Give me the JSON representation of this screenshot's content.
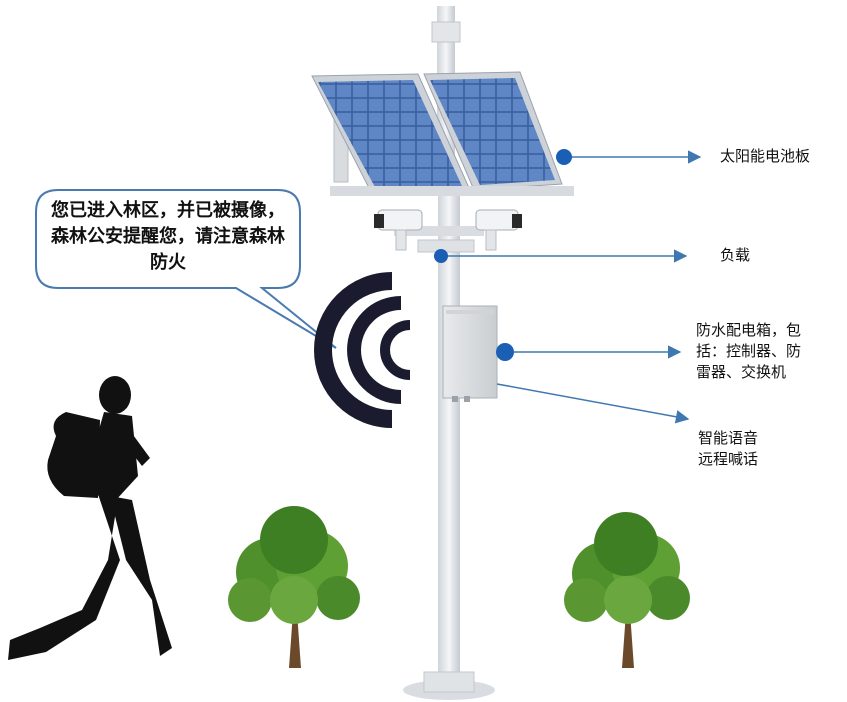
{
  "bubble": {
    "text": "您已进入林区，并已被摄像，森林公安提醒您，请注意森林防火"
  },
  "callouts": [
    {
      "id": "solar",
      "text": "太阳能电池板"
    },
    {
      "id": "load",
      "text": "负载"
    },
    {
      "id": "box",
      "text": "防水配电箱，包\n括：控制器、防\n雷器、交换机"
    },
    {
      "id": "voice",
      "text": "智能语音\n远程喊话"
    }
  ],
  "colors": {
    "arrow": "#3f78b0",
    "dot": "#1a5fb4",
    "bubble_border": "#4a7bb0",
    "sound_waves": "#1b1b2f",
    "tree_leaf": "#4f8f2c",
    "pole": "#e9ecef"
  },
  "icons": [
    "solar-panel-icon",
    "camera-icon",
    "speaker-wave-icon",
    "hiker-silhouette-icon",
    "tree-icon"
  ]
}
